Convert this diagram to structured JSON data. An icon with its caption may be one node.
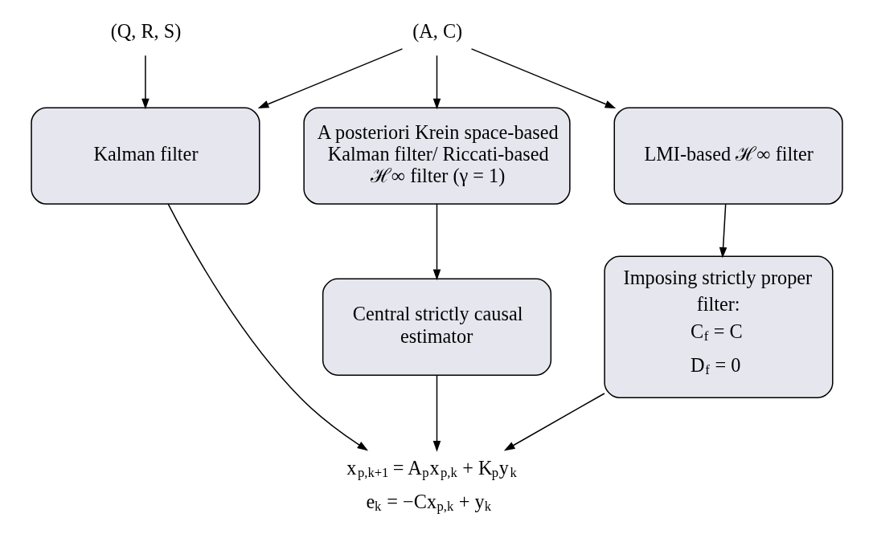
{
  "diagram": {
    "nodes": [
      {
        "text": [
          "(Q, R, S)"
        ]
      },
      {
        "text": [
          "(A, C)"
        ]
      },
      {
        "text": [
          "Kalman filter"
        ]
      },
      {
        "text": [
          "A posteriori Krein space-based Kalman filter/ Riccati-based ℋ∞ filter (γ = 1)"
        ]
      },
      {
        "text": [
          "LMI-based ℋ∞ filter"
        ]
      },
      {
        "text": [
          "Central strictly causal estimator"
        ]
      },
      {
        "text": [
          "Imposing strictly proper filter:",
          "C$_{f}$ = C",
          "D$_{f}$ = 0"
        ]
      },
      {
        "text": [
          "x$_{p,k+1}$ = A$_{p}$x$_{p,k}$ + K$_{p}$y$_{k}$",
          "e$_{k}$ = −Cx$_{p,k}$ + y$_{k}$"
        ]
      }
    ],
    "edges": [
      {
        "from": 0,
        "to": 2,
        "arrow": "to"
      },
      {
        "from": 1,
        "to": 2,
        "arrow": "to"
      },
      {
        "from": 1,
        "to": 3,
        "arrow": "to"
      },
      {
        "from": 1,
        "to": 4,
        "arrow": "to"
      },
      {
        "from": 3,
        "to": 5,
        "arrow": "to"
      },
      {
        "from": 4,
        "to": 6,
        "arrow": "to"
      },
      {
        "from": 2,
        "to": 7,
        "arrow": "to"
      },
      {
        "from": 5,
        "to": 7,
        "arrow": "to"
      },
      {
        "from": 6,
        "to": 7,
        "arrow": "to"
      }
    ]
  }
}
